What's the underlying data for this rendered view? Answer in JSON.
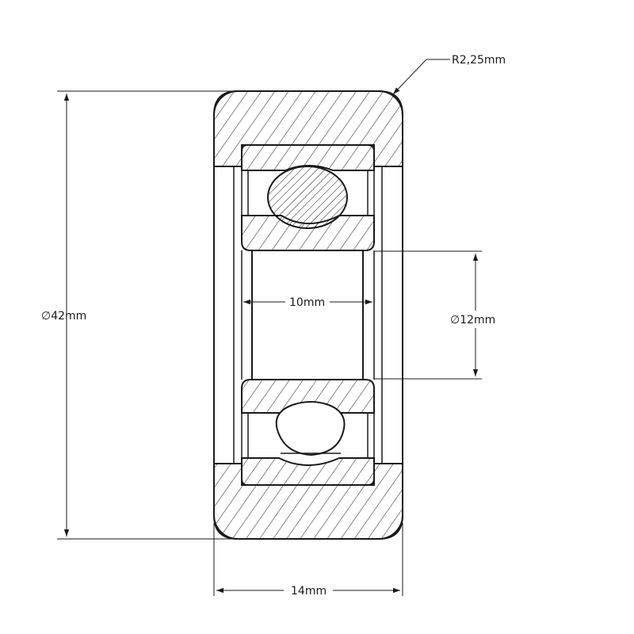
{
  "dimensions": {
    "outer_diameter": "42mm",
    "width": "14mm",
    "bore_width": "10mm",
    "inner_diameter": "12mm",
    "corner_radius": "R2,25mm"
  },
  "diameter_symbol": "∅",
  "colors": {
    "line": "#1a1a1a",
    "background": "#ffffff"
  }
}
